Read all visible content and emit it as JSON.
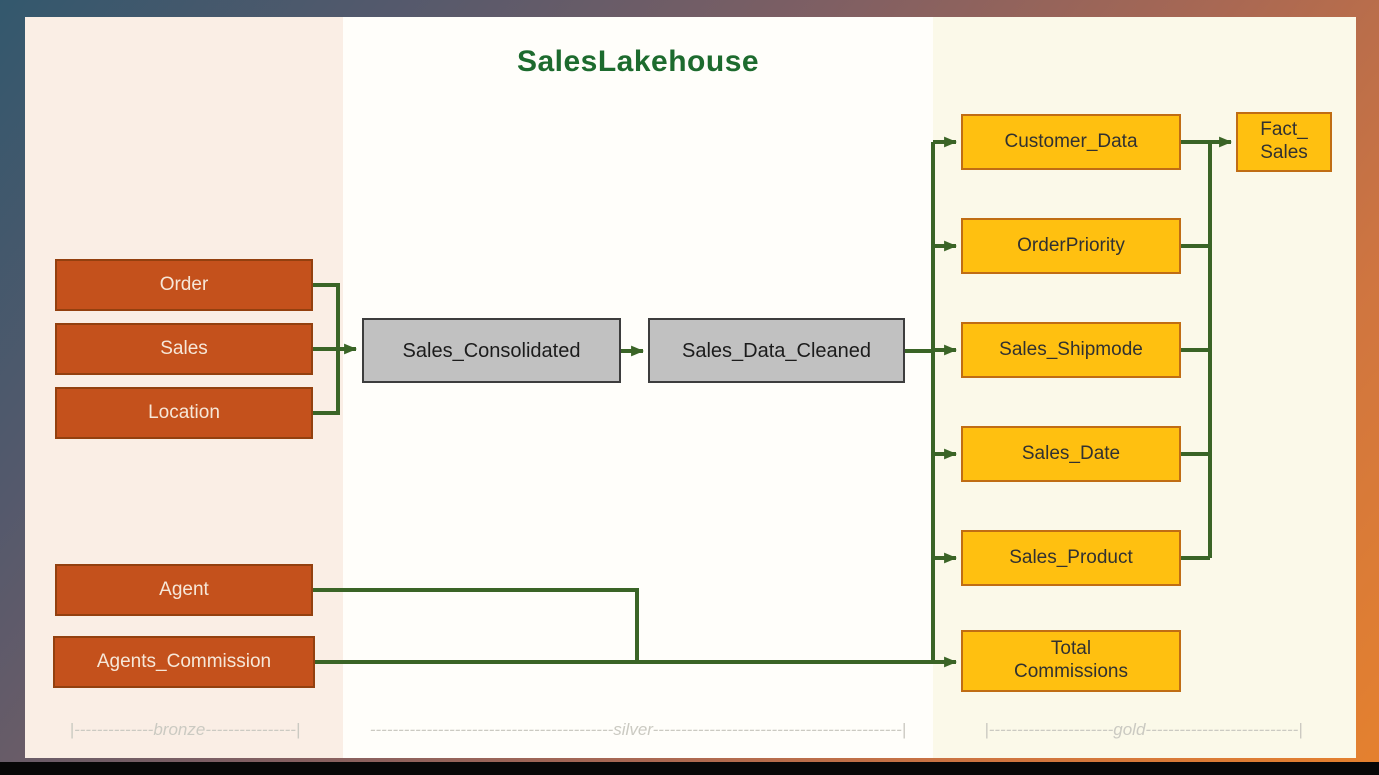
{
  "title": "SalesLakehouse",
  "medallion": {
    "bronze_ruler": "|--------------bronze----------------|",
    "silver_ruler": "-------------------------------------------silver--------------------------------------------|",
    "gold_ruler": "|----------------------gold---------------------------|"
  },
  "nodes": {
    "bronze": [
      {
        "label": "Order"
      },
      {
        "label": "Sales"
      },
      {
        "label": "Location"
      },
      {
        "label": "Agent"
      },
      {
        "label": "Agents_Commission"
      }
    ],
    "silver": [
      {
        "label": "Sales_Consolidated"
      },
      {
        "label": "Sales_Data_Cleaned"
      }
    ],
    "gold": [
      {
        "label": "Customer_Data"
      },
      {
        "label": "OrderPriority"
      },
      {
        "label": "Sales_Shipmode"
      },
      {
        "label": "Sales_Date"
      },
      {
        "label": "Sales_Product"
      },
      {
        "line1": "Total",
        "line2": "Commissions"
      }
    ],
    "fact": {
      "line1": "Fact_",
      "line2": "Sales"
    }
  },
  "colors": {
    "title_green": "#1d6b2e",
    "connector_green": "#3a6426",
    "bronze_box_fill": "#c4511c",
    "silver_box_fill": "#c1c1c1",
    "gold_box_fill": "#ffc010",
    "bronze_zone_bg": "#faeee5",
    "silver_zone_bg": "#fffefa",
    "gold_zone_bg": "#fbf9e9",
    "frame_gradient_start": "#33586d",
    "frame_gradient_end": "#e5812e"
  }
}
